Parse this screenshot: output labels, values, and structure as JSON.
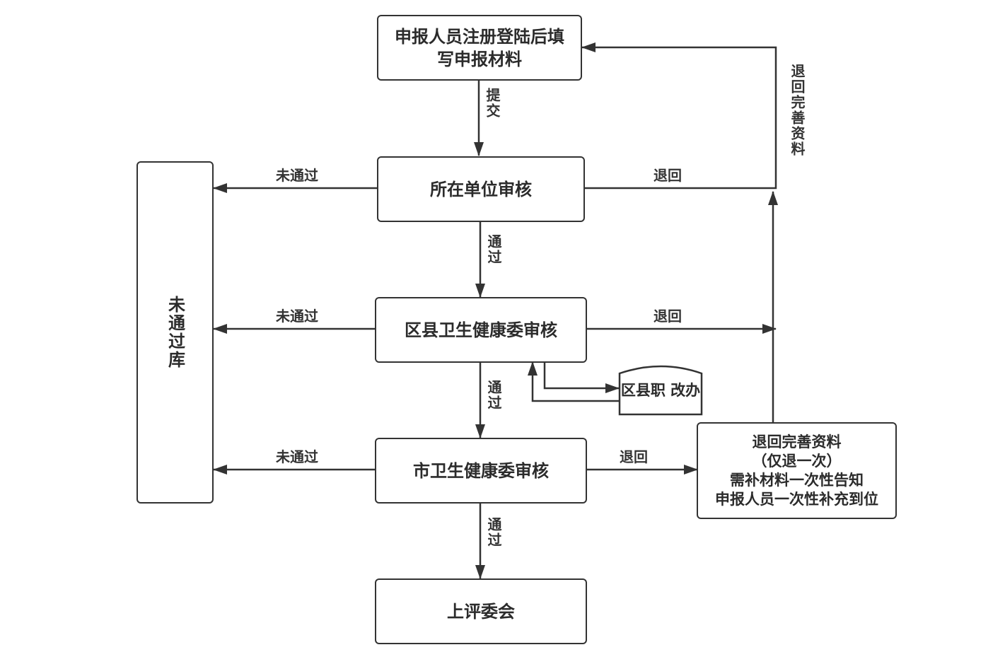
{
  "nodes": {
    "register": [
      "申报人员注册登陆后填",
      "写申报材料"
    ],
    "unit_review": "所在单位审核",
    "district_review": "区县卫生健康委审核",
    "city_review": "市卫生健康委审核",
    "committee": "上评委会",
    "failed_library": "未通过库",
    "district_office": [
      "区县职",
      "改办"
    ],
    "return_note": [
      "退回完善资料",
      "（仅退一次）",
      "需补材料一次性告知",
      "申报人员一次性补充到位"
    ]
  },
  "labels": {
    "submit": "提交",
    "pass": "通过",
    "fail": "未通过",
    "return": "退回",
    "return_complete": "退回完善资料"
  }
}
